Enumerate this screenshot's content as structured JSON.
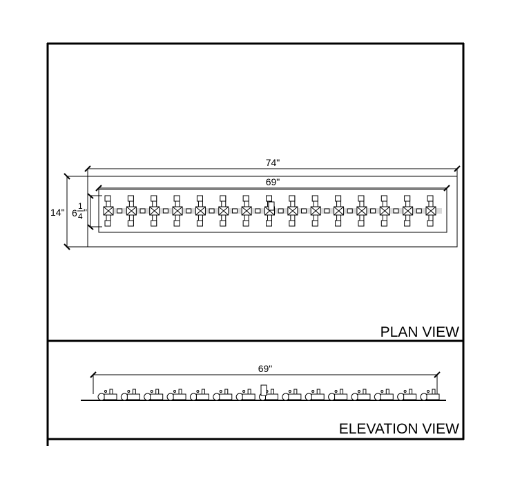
{
  "plan": {
    "title": "PLAN VIEW",
    "overall_length": "74\"",
    "burner_length": "69\"",
    "overall_width": "14\"",
    "burner_width_whole": "6",
    "burner_width_num": "1",
    "burner_width_den": "4",
    "burner_width_unit": "\"",
    "module_count": 15
  },
  "elevation": {
    "title": "ELEVATION VIEW",
    "burner_length": "69\""
  }
}
